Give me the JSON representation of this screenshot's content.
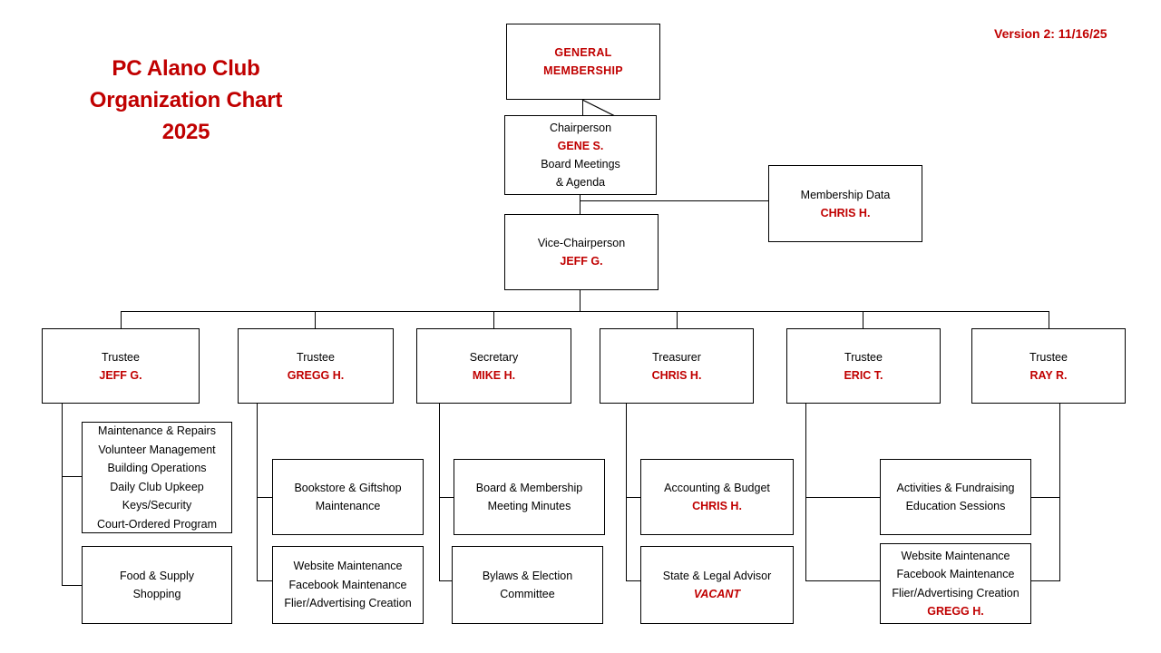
{
  "header": {
    "title": "PC Alano Club\nOrganization Chart\n2025",
    "version": "Version 2: 11/16/25",
    "title_color": "#C00000"
  },
  "chart_data": {
    "type": "diagram",
    "title": "PC Alano Club Organization Chart 2025",
    "nodes": [
      {
        "id": "general-membership",
        "lines": [
          {
            "text": "GENERAL",
            "style": "red-bold"
          },
          {
            "text": "MEMBERSHIP",
            "style": "red-bold"
          }
        ]
      },
      {
        "id": "chairperson",
        "lines": [
          {
            "text": "Chairperson",
            "style": "plain"
          },
          {
            "text": "GENE S.",
            "style": "red-bold"
          },
          {
            "text": "Board Meetings",
            "style": "plain"
          },
          {
            "text": "& Agenda",
            "style": "plain"
          }
        ]
      },
      {
        "id": "membership-data",
        "lines": [
          {
            "text": "Membership Data",
            "style": "plain"
          },
          {
            "text": "CHRIS H.",
            "style": "red-bold"
          }
        ]
      },
      {
        "id": "vice-chairperson",
        "lines": [
          {
            "text": "Vice-Chairperson",
            "style": "plain"
          },
          {
            "text": "JEFF G.",
            "style": "red-bold"
          }
        ]
      },
      {
        "id": "trustee-jeff",
        "lines": [
          {
            "text": "Trustee",
            "style": "plain"
          },
          {
            "text": "JEFF G.",
            "style": "red-bold"
          }
        ]
      },
      {
        "id": "trustee-gregg",
        "lines": [
          {
            "text": "Trustee",
            "style": "plain"
          },
          {
            "text": "GREGG H.",
            "style": "red-bold"
          }
        ]
      },
      {
        "id": "secretary",
        "lines": [
          {
            "text": "Secretary",
            "style": "plain"
          },
          {
            "text": "MIKE H.",
            "style": "red-bold"
          }
        ]
      },
      {
        "id": "treasurer",
        "lines": [
          {
            "text": "Treasurer",
            "style": "plain"
          },
          {
            "text": "CHRIS H.",
            "style": "red-bold"
          }
        ]
      },
      {
        "id": "trustee-eric",
        "lines": [
          {
            "text": "Trustee",
            "style": "plain"
          },
          {
            "text": "ERIC T.",
            "style": "red-bold"
          }
        ]
      },
      {
        "id": "trustee-ray",
        "lines": [
          {
            "text": "Trustee",
            "style": "plain"
          },
          {
            "text": "RAY R.",
            "style": "red-bold"
          }
        ]
      },
      {
        "id": "jeff-duties",
        "lines": [
          {
            "text": "Maintenance & Repairs",
            "style": "plain"
          },
          {
            "text": "Volunteer Management",
            "style": "plain"
          },
          {
            "text": "Building Operations",
            "style": "plain"
          },
          {
            "text": "Daily Club Upkeep",
            "style": "plain"
          },
          {
            "text": "Keys/Security",
            "style": "plain"
          },
          {
            "text": "Court-Ordered Program",
            "style": "plain"
          }
        ]
      },
      {
        "id": "food-supply",
        "lines": [
          {
            "text": "Food & Supply",
            "style": "plain"
          },
          {
            "text": "Shopping",
            "style": "plain"
          }
        ]
      },
      {
        "id": "bookstore",
        "lines": [
          {
            "text": "Bookstore & Giftshop",
            "style": "plain"
          },
          {
            "text": "Maintenance",
            "style": "plain"
          }
        ]
      },
      {
        "id": "web-gregg",
        "lines": [
          {
            "text": "Website Maintenance",
            "style": "plain"
          },
          {
            "text": "Facebook Maintenance",
            "style": "plain"
          },
          {
            "text": "Flier/Advertising Creation",
            "style": "plain"
          }
        ]
      },
      {
        "id": "minutes",
        "lines": [
          {
            "text": "Board & Membership",
            "style": "plain"
          },
          {
            "text": "Meeting Minutes",
            "style": "plain"
          }
        ]
      },
      {
        "id": "bylaws",
        "lines": [
          {
            "text": "Bylaws & Election",
            "style": "plain"
          },
          {
            "text": "Committee",
            "style": "plain"
          }
        ]
      },
      {
        "id": "accounting",
        "lines": [
          {
            "text": "Accounting & Budget",
            "style": "plain"
          },
          {
            "text": "CHRIS H.",
            "style": "red-bold"
          }
        ]
      },
      {
        "id": "legal",
        "lines": [
          {
            "text": "State & Legal Advisor",
            "style": "plain"
          },
          {
            "text": "VACANT",
            "style": "red-bold-italic"
          }
        ]
      },
      {
        "id": "activities",
        "lines": [
          {
            "text": "Activities & Fundraising",
            "style": "plain"
          },
          {
            "text": "Education Sessions",
            "style": "plain"
          }
        ]
      },
      {
        "id": "web-right",
        "lines": [
          {
            "text": "Website Maintenance",
            "style": "plain"
          },
          {
            "text": "Facebook Maintenance",
            "style": "plain"
          },
          {
            "text": "Flier/Advertising Creation",
            "style": "plain"
          },
          {
            "text": "GREGG H.",
            "style": "red-bold"
          }
        ]
      }
    ]
  }
}
